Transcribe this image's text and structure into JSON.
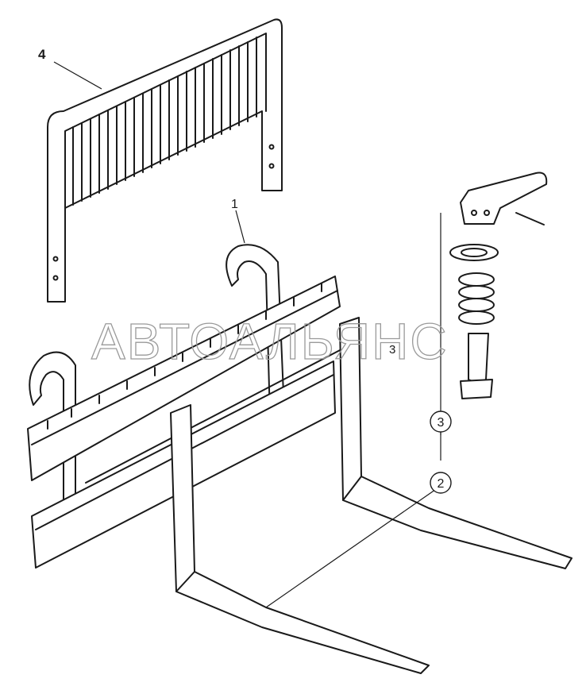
{
  "labels": {
    "guard": "4",
    "carriage": "1",
    "pin_small": "3",
    "pin_circle": "3",
    "fork_circle": "2"
  },
  "watermark": "АВТОАЛЬЯНС"
}
